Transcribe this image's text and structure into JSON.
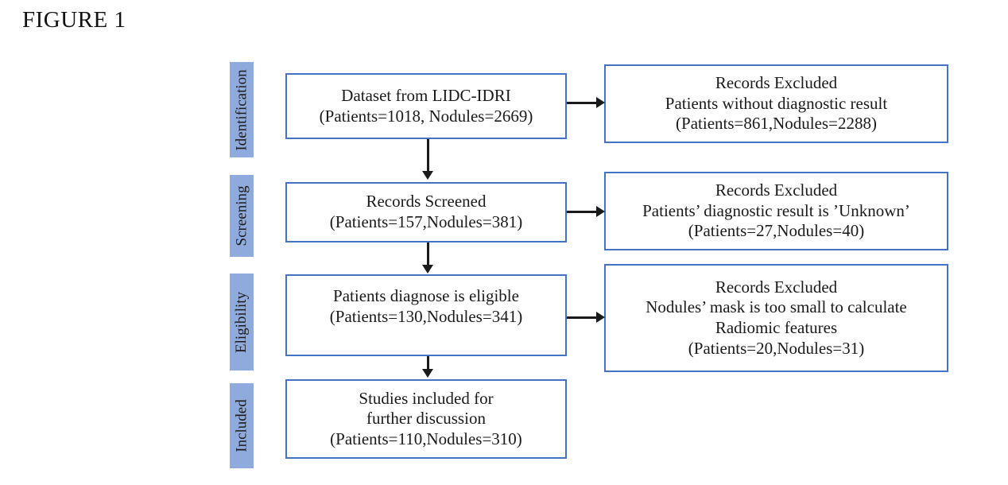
{
  "figure": {
    "title": "FIGURE 1"
  },
  "stages": [
    {
      "id": "identification",
      "label": "Identification"
    },
    {
      "id": "screening",
      "label": "Screening"
    },
    {
      "id": "eligibility",
      "label": "Eligibility"
    },
    {
      "id": "included",
      "label": "Included"
    }
  ],
  "flow": {
    "dataset": {
      "line1": "Dataset from LIDC-IDRI",
      "line2": "(Patients=1018, Nodules=2669)"
    },
    "screened": {
      "line1": "Records Screened",
      "line2": "(Patients=157,Nodules=381)"
    },
    "eligible": {
      "line1": "Patients diagnose is eligible",
      "line2": "(Patients=130,Nodules=341)"
    },
    "included": {
      "line1": "Studies included for",
      "line2": "further discussion",
      "line3": "(Patients=110,Nodules=310)"
    }
  },
  "excluded": {
    "first": {
      "line1": "Records Excluded",
      "line2": "Patients without diagnostic result",
      "line3": "(Patients=861,Nodules=2288)"
    },
    "second": {
      "line1": "Records Excluded",
      "line2": "Patients’ diagnostic result is ’Unknown’",
      "line3": "(Patients=27,Nodules=40)"
    },
    "third": {
      "line1": "Records Excluded",
      "line2": "Nodules’ mask is too small to calculate",
      "line3": "Radiomic features",
      "line4": "(Patients=20,Nodules=31)"
    }
  },
  "colors": {
    "stage_bar": "#8FAADC",
    "box_border": "#4472C4",
    "connector": "#1A1A1A",
    "background": "#FFFFFF"
  },
  "chart_data": {
    "type": "diagram",
    "diagram_kind": "prisma-flow-chart",
    "title": "FIGURE 1",
    "stages": [
      "Identification",
      "Screening",
      "Eligibility",
      "Included"
    ],
    "nodes": [
      {
        "id": "dataset",
        "stage": "Identification",
        "patients": 1018,
        "nodules": 2669,
        "text": "Dataset from LIDC-IDRI"
      },
      {
        "id": "excluded-1",
        "stage": "Identification",
        "patients": 861,
        "nodules": 2288,
        "text": "Records Excluded: Patients without diagnostic result"
      },
      {
        "id": "screened",
        "stage": "Screening",
        "patients": 157,
        "nodules": 381,
        "text": "Records Screened"
      },
      {
        "id": "excluded-2",
        "stage": "Screening",
        "patients": 27,
        "nodules": 40,
        "text": "Records Excluded: Patients’ diagnostic result is ’Unknown’"
      },
      {
        "id": "eligible",
        "stage": "Eligibility",
        "patients": 130,
        "nodules": 341,
        "text": "Patients diagnose is eligible"
      },
      {
        "id": "excluded-3",
        "stage": "Eligibility",
        "patients": 20,
        "nodules": 31,
        "text": "Records Excluded: Nodules’ mask is too small to calculate Radiomic features"
      },
      {
        "id": "included",
        "stage": "Included",
        "patients": 110,
        "nodules": 310,
        "text": "Studies included for further discussion"
      }
    ],
    "edges": [
      {
        "from": "dataset",
        "to": "screened",
        "direction": "down"
      },
      {
        "from": "dataset",
        "to": "excluded-1",
        "direction": "right"
      },
      {
        "from": "screened",
        "to": "eligible",
        "direction": "down"
      },
      {
        "from": "screened",
        "to": "excluded-2",
        "direction": "right"
      },
      {
        "from": "eligible",
        "to": "included",
        "direction": "down"
      },
      {
        "from": "eligible",
        "to": "excluded-3",
        "direction": "right"
      }
    ]
  }
}
